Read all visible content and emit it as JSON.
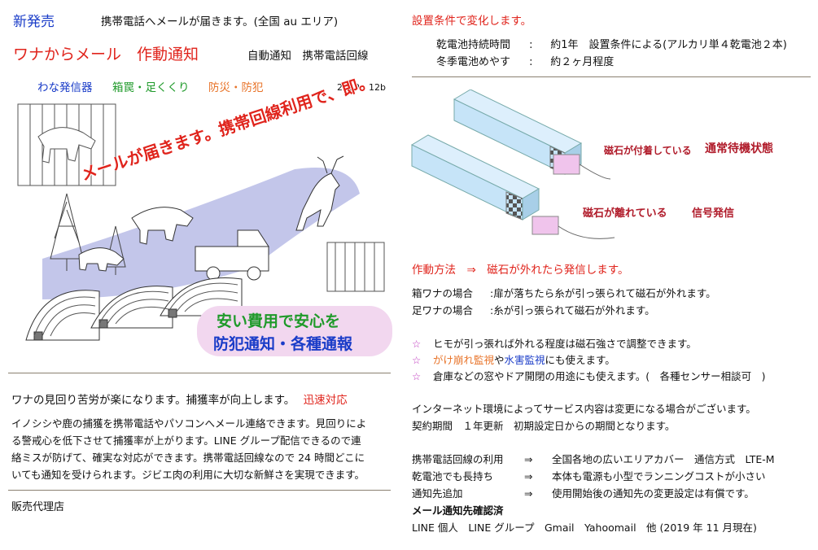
{
  "header": {
    "new_release": "新発売",
    "tagline": "携帯電話へメールが届きます。(全国 au エリア)",
    "main_title": "ワナからメール　作動通知",
    "subtitle": "自動通知　携帯電話回線",
    "tag_wana": "わな発信器",
    "tag_hako": "箱罠・足くくり",
    "tag_bousai": "防災・防犯",
    "date": "2019・12b"
  },
  "illustration": {
    "banner": "メールが届きます。携帯回線利用で、即。",
    "promo_line1": "安い費用で安心を",
    "promo_line2": "防犯通知・各種通報"
  },
  "left": {
    "heading": "ワナの見回り苦労が楽になります。捕獲率が向上します。",
    "heading_accent": "迅速対応",
    "body": [
      "イノシシや鹿の捕獲を携帯電話やパソコンへメール連絡できます。見回りによ",
      "る警戒心を低下させて捕獲率が上がります。LINE グループ配信できるので連",
      "絡ミスが防げて、確実な対応ができます。携帯電話回線なので 24 時間どこに",
      "いても通知を受けられます。ジビエ肉の利用に大切な新鮮さを実現できます。"
    ],
    "dealer": "販売代理店"
  },
  "right": {
    "conditions_title": "設置条件で変化します。",
    "battery_rows": [
      {
        "label": "乾電池持続時間",
        "sep": ":",
        "value": "約1年　設置条件による(アルカリ単４乾電池２本)"
      },
      {
        "label": "冬季電池めやす",
        "sep": ":",
        "value": "約２ヶ月程度"
      }
    ],
    "diagram": {
      "attached_label": "磁石が付着している",
      "attached_state": "通常待機状態",
      "detached_label": "磁石が離れている",
      "detached_state": "信号発信"
    },
    "operation_title": "作動方法　⇒　磁石が外れたら発信します。",
    "cases": [
      {
        "label": "箱ワナの場合",
        "text": ":扉が落ちたら糸が引っ張られて磁石が外れます。"
      },
      {
        "label": "足ワナの場合",
        "text": ":糸が引っ張られて磁石が外れます。"
      }
    ],
    "star": "☆",
    "note1": "ヒモが引っ張れば外れる程度は磁石強さで調整できます。",
    "note2_a": "がけ崩れ監視",
    "note2_b": "や",
    "note2_c": "水害監視",
    "note2_d": "にも使えます。",
    "note3": "倉庫などの窓やドア開閉の用途にも使えます。(　各種センサー相談可　)",
    "internet_1": "インターネット環境によってサービス内容は変更になる場合がございます。",
    "internet_2": "契約期間　１年更新　初期設定日からの期間となります。",
    "features": [
      {
        "label": "携帯電話回線の利用",
        "arrow": "⇒",
        "text": "全国各地の広いエリアカバー　通信方式　LTE-M"
      },
      {
        "label": "乾電池でも長持ち",
        "arrow": "⇒",
        "text": "本体も電源も小型でランニングコストが小さい"
      },
      {
        "label": "通知先追加",
        "arrow": "⇒",
        "text": "使用開始後の通知先の変更設定は有償です。"
      }
    ],
    "mail_title": "メール通知先確認済",
    "mail_list": "LINE 個人　LINE グループ　Gmail　Yahoomail　他 (2019 年 11 月現在)"
  }
}
